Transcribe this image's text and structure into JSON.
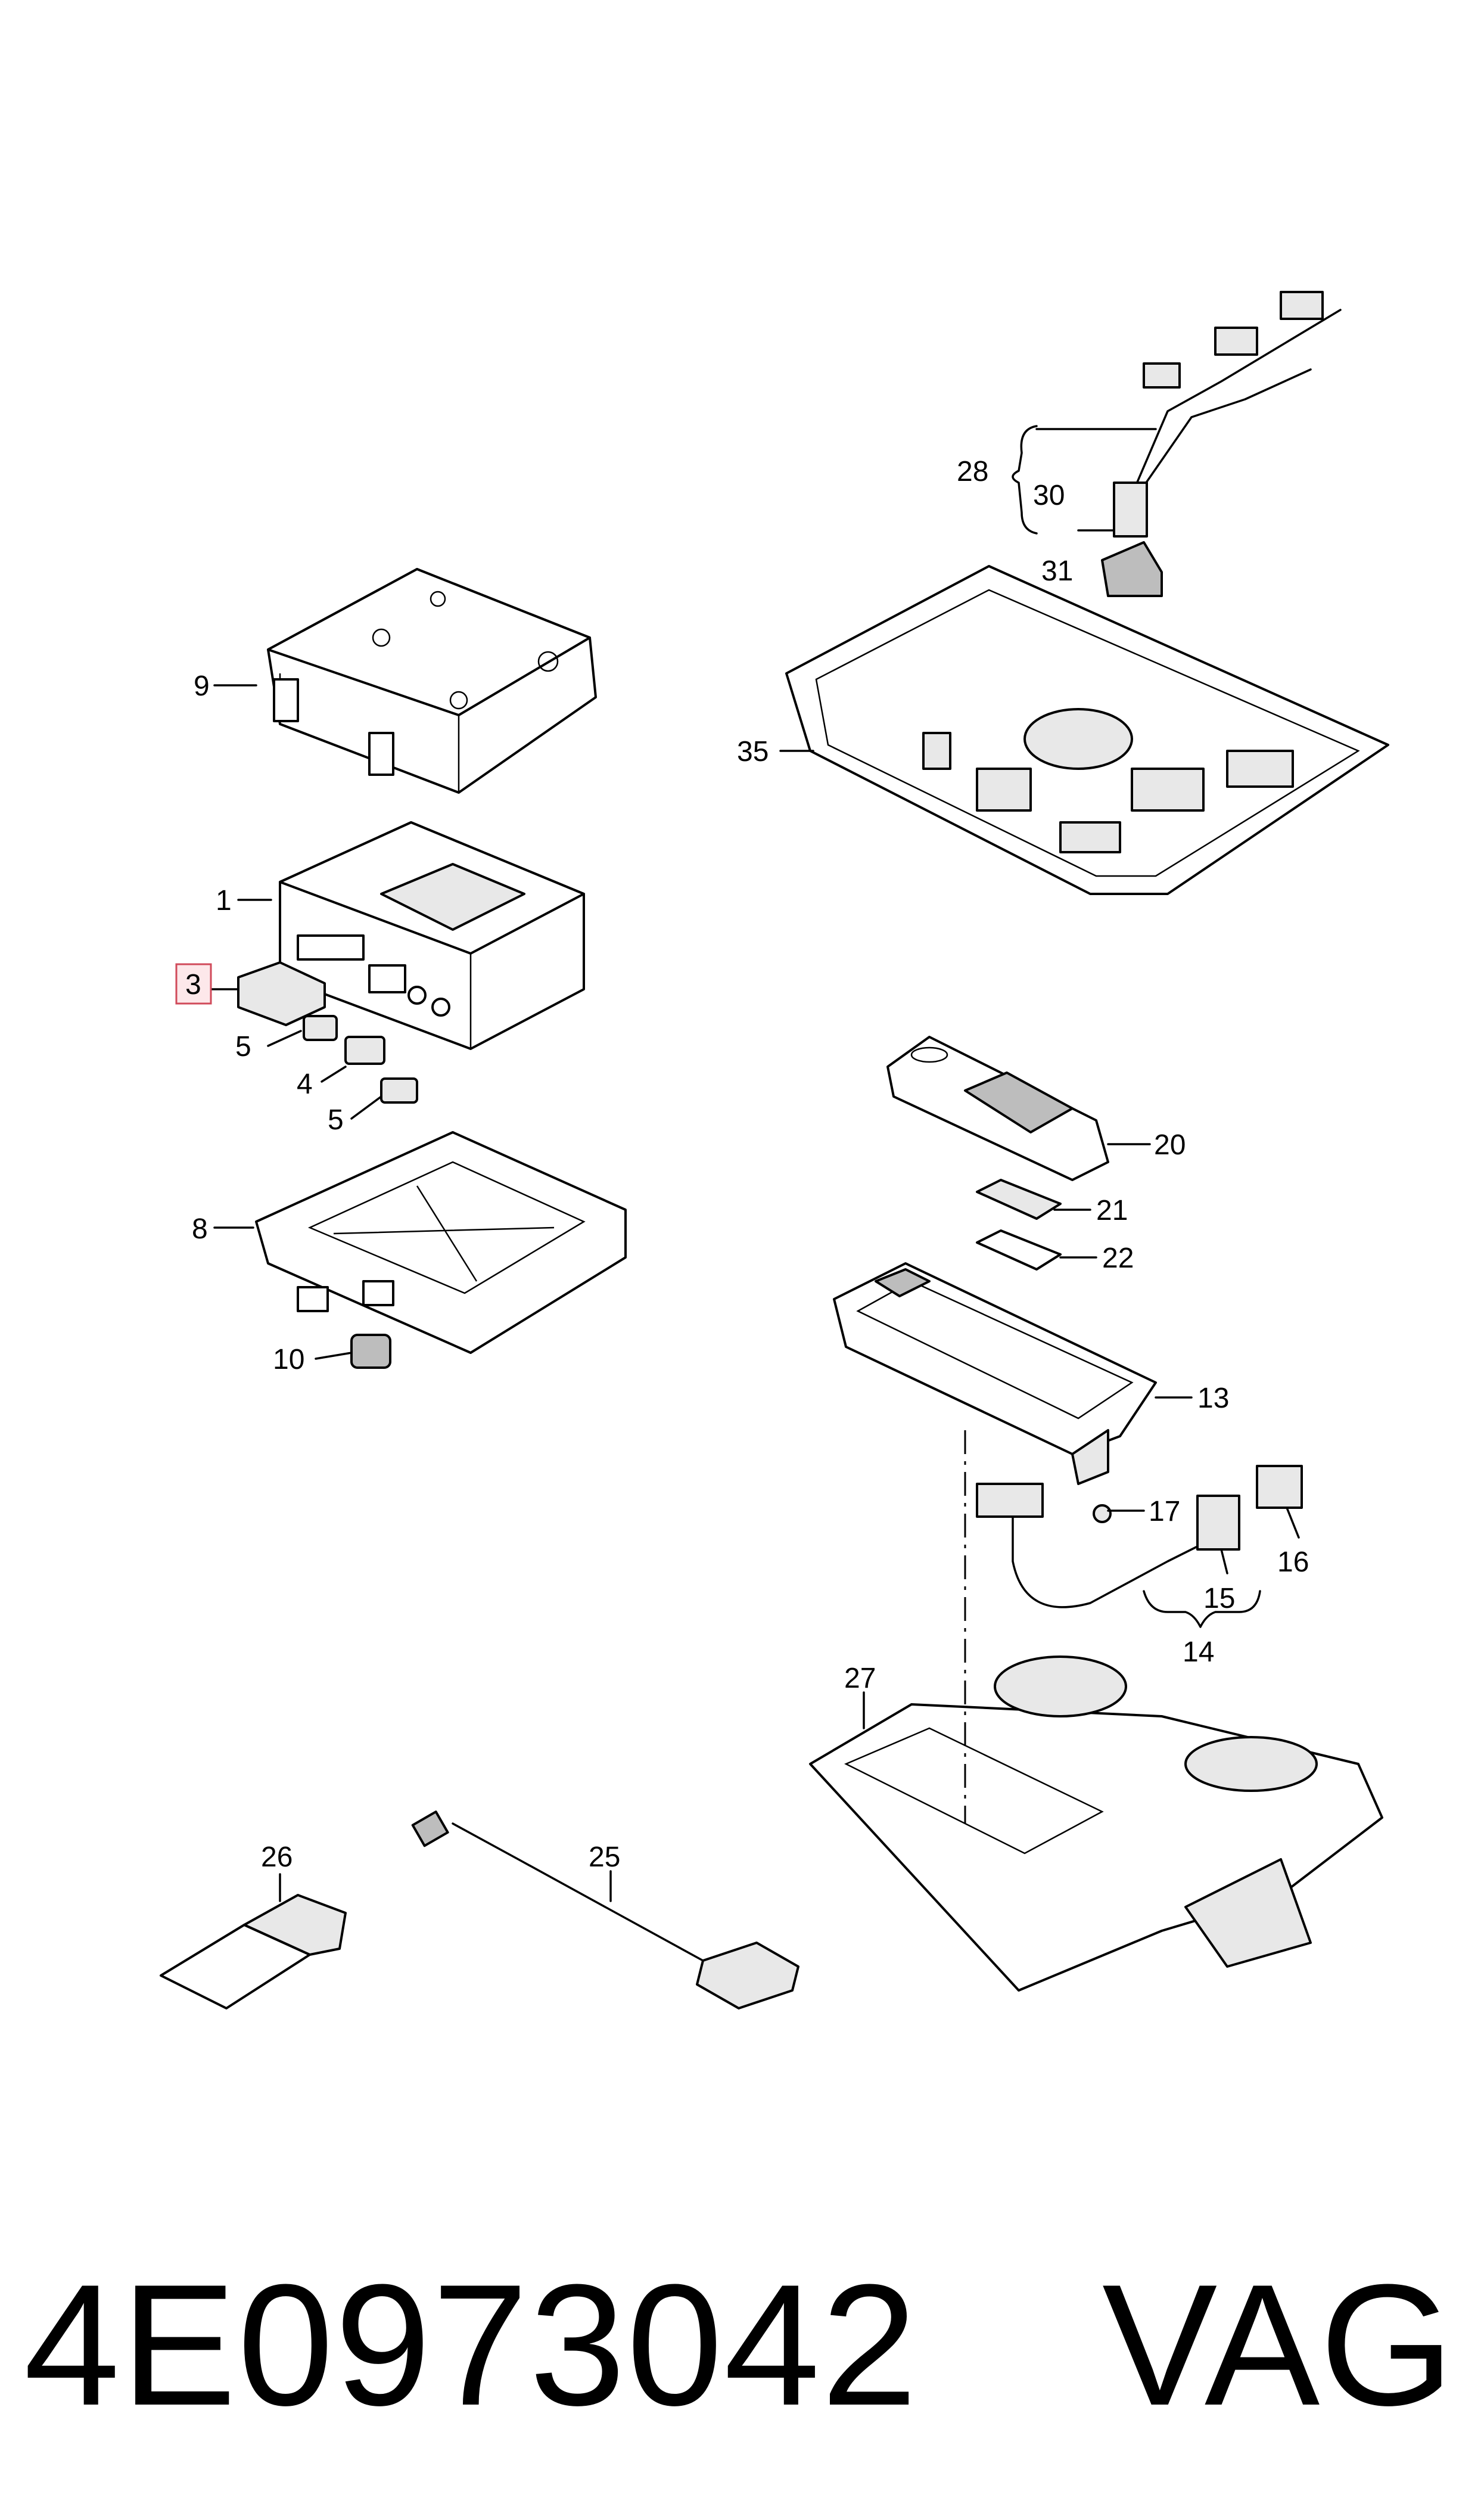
{
  "callouts": {
    "c1": "1",
    "c3": "3",
    "c4": "4",
    "c5a": "5",
    "c5b": "5",
    "c8": "8",
    "c9": "9",
    "c10": "10",
    "c13": "13",
    "c14": "14",
    "c15": "15",
    "c16": "16",
    "c17": "17",
    "c20": "20",
    "c21": "21",
    "c22": "22",
    "c25": "25",
    "c26": "26",
    "c27": "27",
    "c28": "28",
    "c30": "30",
    "c31": "31",
    "c35": "35"
  },
  "highlight": {
    "item": "3",
    "color": "#d04a5a"
  },
  "footer": {
    "part_number": "4E0973042",
    "brand": "VAG"
  }
}
